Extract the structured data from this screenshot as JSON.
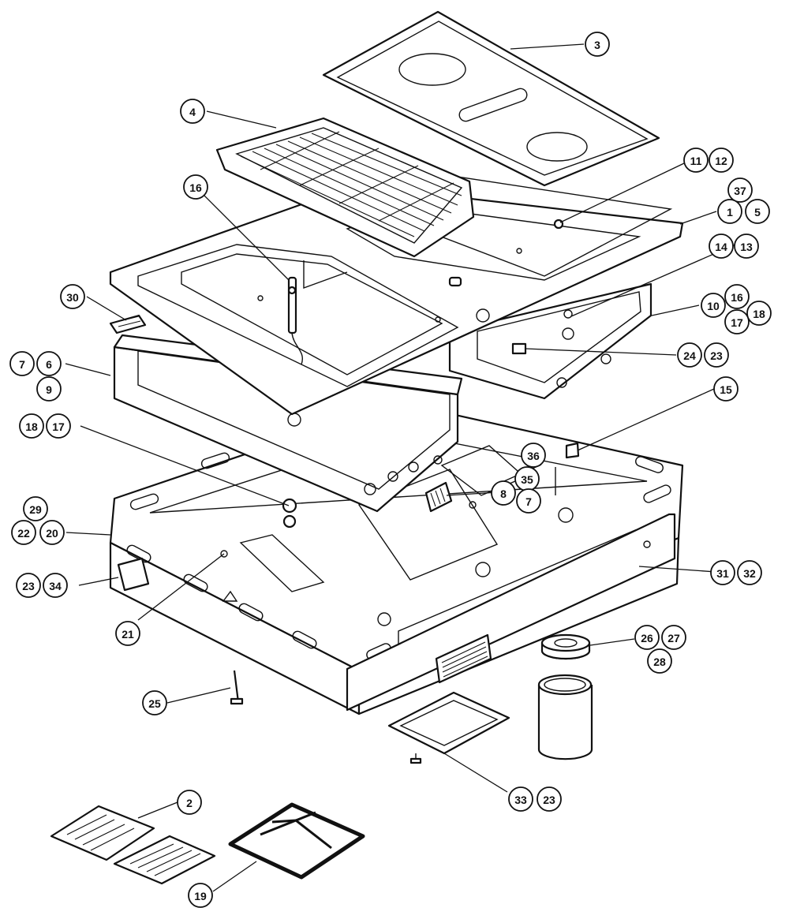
{
  "diagram": {
    "colors": {
      "ink": "#111111",
      "paper": "#ffffff"
    },
    "callouts": [
      {
        "id": "c3",
        "label": "3"
      },
      {
        "id": "c4",
        "label": "4"
      },
      {
        "id": "c11",
        "label": "11"
      },
      {
        "id": "c12",
        "label": "12"
      },
      {
        "id": "c37",
        "label": "37"
      },
      {
        "id": "c1",
        "label": "1"
      },
      {
        "id": "c5",
        "label": "5"
      },
      {
        "id": "c16a",
        "label": "16"
      },
      {
        "id": "c14",
        "label": "14"
      },
      {
        "id": "c13",
        "label": "13"
      },
      {
        "id": "c30",
        "label": "30"
      },
      {
        "id": "c10",
        "label": "10"
      },
      {
        "id": "c16b",
        "label": "16"
      },
      {
        "id": "c17a",
        "label": "17"
      },
      {
        "id": "c18a",
        "label": "18"
      },
      {
        "id": "c7a",
        "label": "7"
      },
      {
        "id": "c6",
        "label": "6"
      },
      {
        "id": "c9",
        "label": "9"
      },
      {
        "id": "c24",
        "label": "24"
      },
      {
        "id": "c23a",
        "label": "23"
      },
      {
        "id": "c15",
        "label": "15"
      },
      {
        "id": "c18b",
        "label": "18"
      },
      {
        "id": "c17b",
        "label": "17"
      },
      {
        "id": "c36",
        "label": "36"
      },
      {
        "id": "c35",
        "label": "35"
      },
      {
        "id": "c8",
        "label": "8"
      },
      {
        "id": "c7b",
        "label": "7"
      },
      {
        "id": "c29",
        "label": "29"
      },
      {
        "id": "c22",
        "label": "22"
      },
      {
        "id": "c20",
        "label": "20"
      },
      {
        "id": "c23b",
        "label": "23"
      },
      {
        "id": "c34",
        "label": "34"
      },
      {
        "id": "c31",
        "label": "31"
      },
      {
        "id": "c32",
        "label": "32"
      },
      {
        "id": "c21",
        "label": "21"
      },
      {
        "id": "c26",
        "label": "26"
      },
      {
        "id": "c27",
        "label": "27"
      },
      {
        "id": "c28",
        "label": "28"
      },
      {
        "id": "c25",
        "label": "25"
      },
      {
        "id": "c33",
        "label": "33"
      },
      {
        "id": "c23c",
        "label": "23"
      },
      {
        "id": "c2",
        "label": "2"
      },
      {
        "id": "c19",
        "label": "19"
      }
    ]
  }
}
